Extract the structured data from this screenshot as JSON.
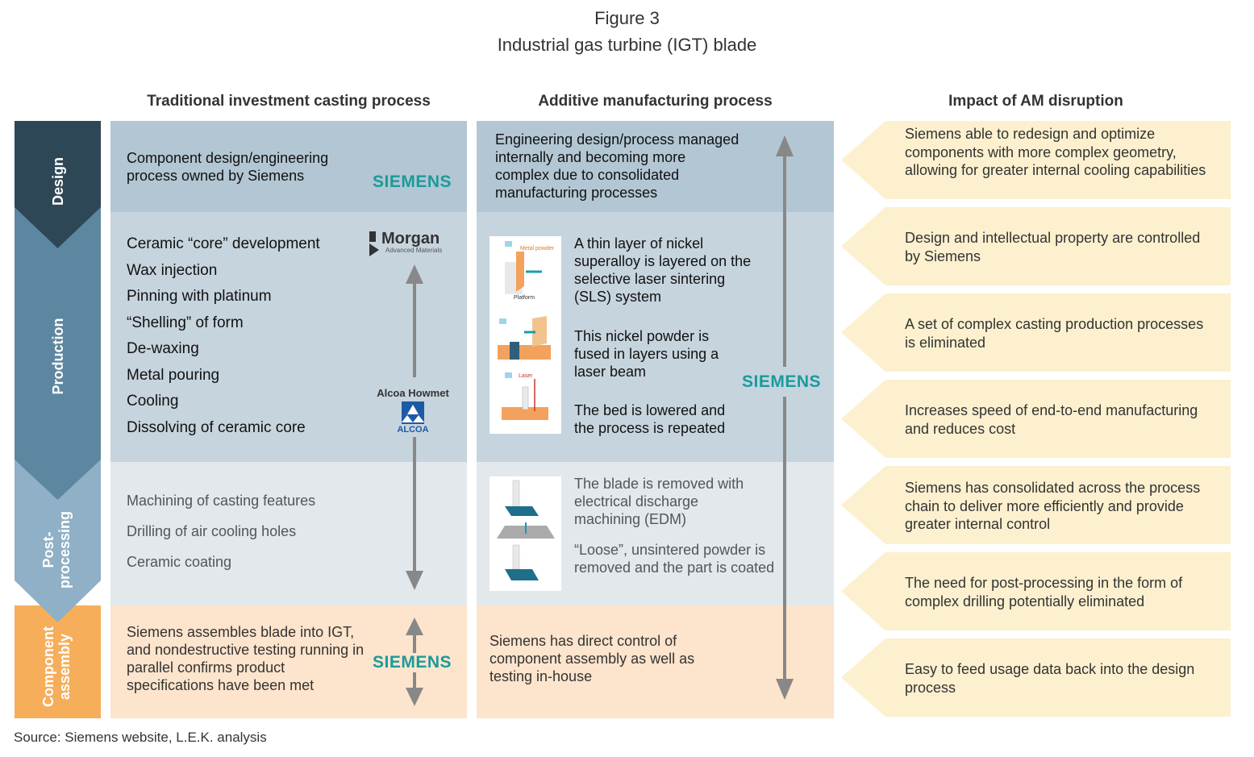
{
  "figure": {
    "number": "Figure 3",
    "title": "Industrial gas turbine (IGT) blade"
  },
  "columns": {
    "traditional": "Traditional investment casting process",
    "additive": "Additive manufacturing process",
    "impact": "Impact of AM disruption"
  },
  "stages": {
    "design": "Design",
    "production": "Production",
    "post_line1": "Post-",
    "post_line2": "processing",
    "assembly_line1": "Component",
    "assembly_line2": "assembly"
  },
  "traditional": {
    "design_text": "Component design/engineering process owned by Siemens",
    "design_logo": "SIEMENS",
    "production_steps": [
      "Ceramic “core” development",
      "Wax injection",
      "Pinning with platinum",
      "“Shelling” of form",
      "De-waxing",
      "Metal pouring",
      "Cooling",
      "Dissolving of ceramic core"
    ],
    "morgan_logo": "Morgan",
    "morgan_sub": "Advanced Materials",
    "alcoa_howmet": "Alcoa Howmet",
    "alcoa": "ALCOA",
    "post_steps": [
      "Machining of casting features",
      "Drilling of air cooling holes",
      "Ceramic coating"
    ],
    "assembly_text": "Siemens assembles blade into IGT, and nondestructive testing running in parallel confirms product specifications have been met",
    "assembly_logo": "SIEMENS"
  },
  "additive": {
    "design_text": "Engineering design/process managed internally and becoming more complex due to consolidated manufacturing processes",
    "production_steps": [
      "A thin layer of nickel superalloy is layered on the selective laser sintering (SLS) system",
      "This nickel powder is fused in layers using a laser beam",
      "The bed is lowered and the process is repeated"
    ],
    "img_label_powder": "Metal powder",
    "img_label_platform": "Platform",
    "img_label_laser": "Laser",
    "logo": "SIEMENS",
    "post_steps": [
      "The blade is removed with electrical discharge machining (EDM)",
      "“Loose”, unsintered powder is removed and the part is coated"
    ],
    "assembly_text": "Siemens has direct control of component assembly as well as testing in-house"
  },
  "impacts": [
    "Siemens able to redesign and optimize components with more complex geometry, allowing for greater internal cooling capabilities",
    "Design and intellectual property are controlled by Siemens",
    "A set of complex casting production processes is eliminated",
    "Increases speed of end-to-end manufacturing and reduces cost",
    "Siemens has consolidated across the process chain to deliver more efficiently and provide greater internal control",
    "The need for post-processing in the form of complex drilling potentially eliminated",
    "Easy to feed usage data back into the design process"
  ],
  "source": "Source: Siemens website, L.E.K. analysis",
  "colors": {
    "design_band": "#b3c6d3",
    "production_band": "#c6d4de",
    "post_band": "#e3e8ec",
    "assembly_band": "#fde4cc",
    "stage_design": "#2e4757",
    "stage_production": "#5d87a0",
    "stage_post": "#8fb0c6",
    "stage_assembly": "#f6ae5b",
    "impact_fill": "#fcf0cf",
    "siemens": "#1a9b9b",
    "arrow": "#888888"
  }
}
